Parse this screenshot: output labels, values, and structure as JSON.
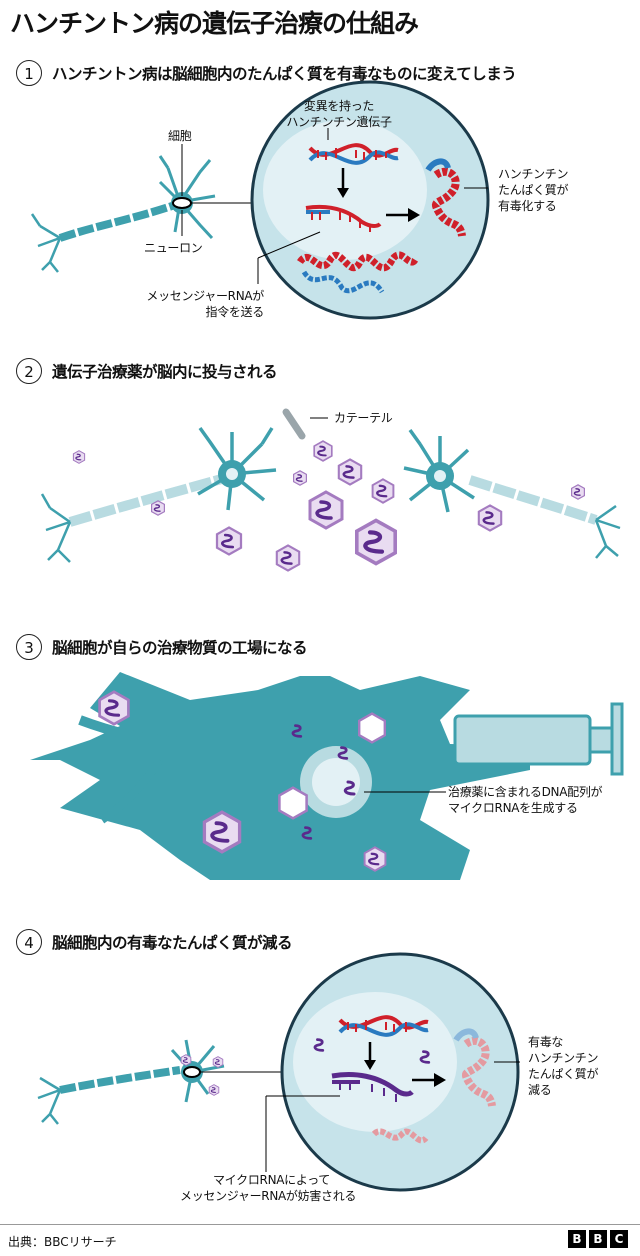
{
  "title": "ハンチントン病の遺伝子治療の仕組み",
  "steps": [
    {
      "num": "1",
      "text": "ハンチントン病は脳細胞内のたんぱく質を有毒なものに変えてしまう"
    },
    {
      "num": "2",
      "text": "遺伝子治療薬が脳内に投与される"
    },
    {
      "num": "3",
      "text": "脳細胞が自らの治療物質の工場になる"
    },
    {
      "num": "4",
      "text": "脳細胞内の有毒なたんぱく質が減る"
    }
  ],
  "labels": {
    "cell": "細胞",
    "neuron": "ニューロン",
    "mutant_gene": [
      "変異を持った",
      "ハンチンチン遺伝子"
    ],
    "huntingtin_toxic": [
      "ハンチンチン",
      "たんぱく質が",
      "有毒化する"
    ],
    "mrna_command": [
      "メッセンジャーRNAが",
      "指令を送る"
    ],
    "catheter": "カテーテル",
    "dna_sequence": [
      "治療薬に含まれるDNA配列が",
      "マイクロRNAを生成する"
    ],
    "toxic_reduced": [
      "有毒な",
      "ハンチンチン",
      "たんぱく質が",
      "減る"
    ],
    "microrna_block": [
      "マイクロRNAによって",
      "メッセンジャーRNAが妨害される"
    ]
  },
  "footer": {
    "source": "出典：BBCリサーチ",
    "logo": [
      "B",
      "B",
      "C"
    ]
  },
  "colors": {
    "neuron": "#3ea0ad",
    "neuron_light": "#b8dbe1",
    "cell_bg": "#c6e3ea",
    "nucleus": "#e3f1f5",
    "dna_red": "#d0202a",
    "dna_blue": "#2a7ac0",
    "purple": "#5a2a8c",
    "hex_fill": "#e9dcf1",
    "hex_stroke": "#a47bc0"
  }
}
